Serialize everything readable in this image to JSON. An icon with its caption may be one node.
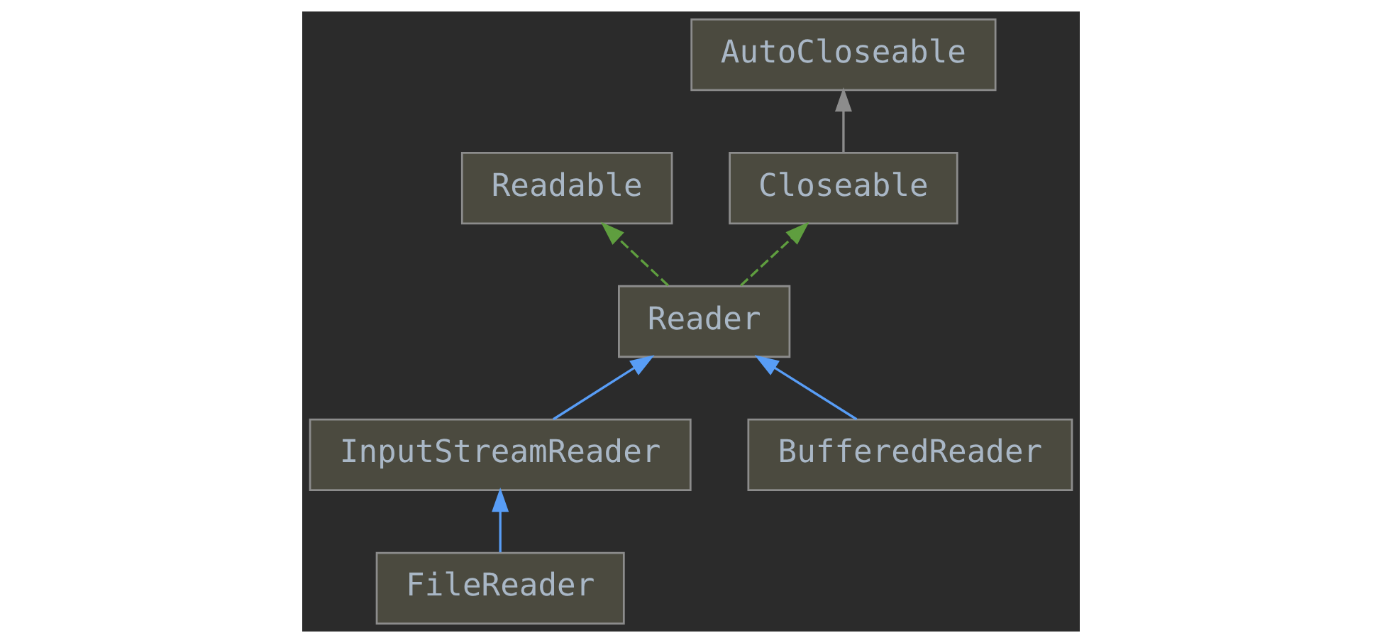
{
  "diagram": {
    "nodes": [
      {
        "text": [
          "AutoCloseable"
        ]
      },
      {
        "text": [
          "Readable"
        ]
      },
      {
        "text": [
          "Closeable"
        ]
      },
      {
        "text": [
          "Reader"
        ]
      },
      {
        "text": [
          "InputStreamReader"
        ]
      },
      {
        "text": [
          "BufferedReader"
        ]
      },
      {
        "text": [
          "FileReader"
        ]
      }
    ],
    "edges": [
      {
        "from": 2,
        "to": 0,
        "arrow": "to",
        "color": "#8c8c8c"
      },
      {
        "from": 3,
        "to": 1,
        "arrow": "to",
        "style": "dashed",
        "color": "#5f9e3f"
      },
      {
        "from": 3,
        "to": 2,
        "arrow": "to",
        "style": "dashed",
        "color": "#5f9e3f"
      },
      {
        "from": 4,
        "to": 3,
        "arrow": "to"
      },
      {
        "from": 5,
        "to": 3,
        "arrow": "to"
      },
      {
        "from": 6,
        "to": 4,
        "arrow": "to"
      }
    ]
  }
}
